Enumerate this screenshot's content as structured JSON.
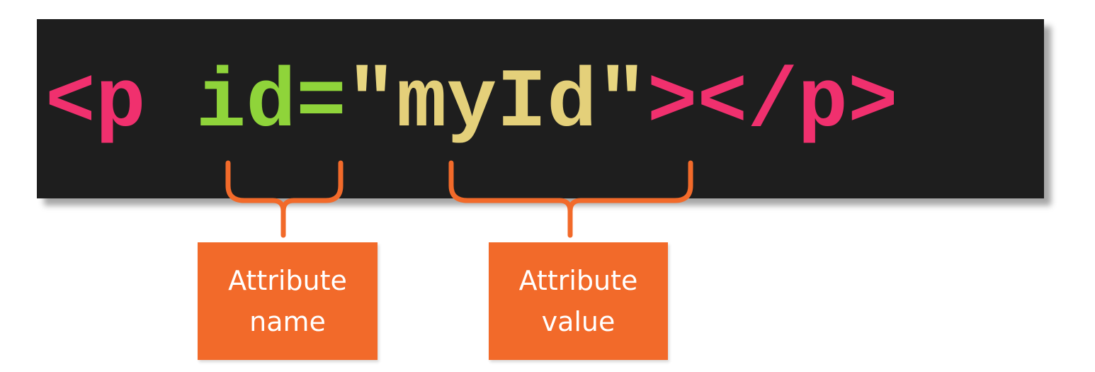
{
  "code": {
    "open_tag_start": "<p",
    "attr_name": "id",
    "equals": "=",
    "open_quote": "\"",
    "attr_value": "myId",
    "close_quote": "\"",
    "tag_end": "></p>"
  },
  "labels": {
    "attribute_name": {
      "line1": "Attribute",
      "line2": "name"
    },
    "attribute_value": {
      "line1": "Attribute",
      "line2": "value"
    }
  },
  "colors": {
    "tag": "#f0306e",
    "attr_name": "#8fd43a",
    "attr_value": "#e4d07a",
    "panel_background": "#1e1e1e",
    "callout": "#f26a2a"
  }
}
